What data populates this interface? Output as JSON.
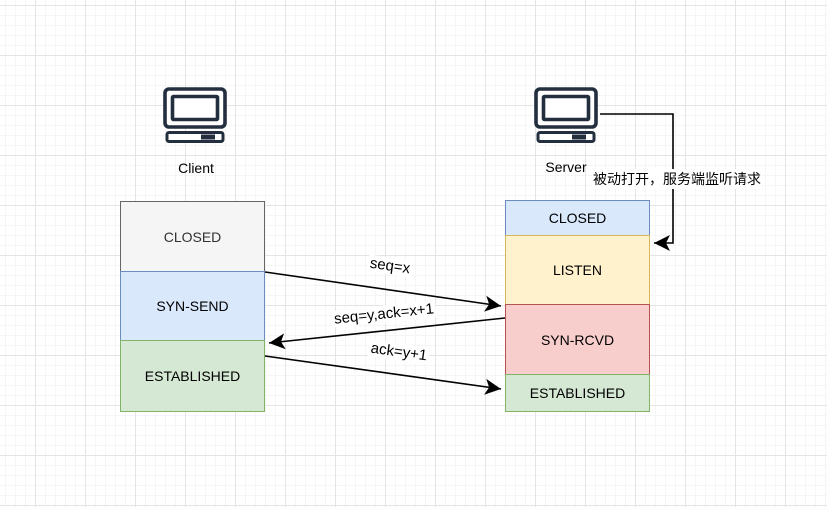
{
  "client": {
    "label": "Client",
    "states": [
      {
        "label": "CLOSED",
        "fill": "#f5f5f5",
        "stroke": "#666666",
        "text": "#333333"
      },
      {
        "label": "SYN-SEND",
        "fill": "#dae8fc",
        "stroke": "#6c8ebf",
        "text": "#000000"
      },
      {
        "label": "ESTABLISHED",
        "fill": "#d5e8d4",
        "stroke": "#82b366",
        "text": "#000000"
      }
    ]
  },
  "server": {
    "label": "Server",
    "states": [
      {
        "label": "CLOSED",
        "fill": "#dae8fc",
        "stroke": "#6c8ebf",
        "text": "#000000"
      },
      {
        "label": "LISTEN",
        "fill": "#fff2cc",
        "stroke": "#d6b656",
        "text": "#000000"
      },
      {
        "label": "SYN-RCVD",
        "fill": "#f8cecc",
        "stroke": "#b85450",
        "text": "#000000"
      },
      {
        "label": "ESTABLISHED",
        "fill": "#d5e8d4",
        "stroke": "#82b366",
        "text": "#000000"
      }
    ]
  },
  "messages": [
    {
      "label": "seq=x"
    },
    {
      "label": "seq=y,ack=x+1"
    },
    {
      "label": "ack=y+1"
    }
  ],
  "annotation": {
    "text": "被动打开，服务端监听请求"
  },
  "colors": {
    "line": "#000000",
    "icon": "#232f3e",
    "grid_minor": "#f5f5f5",
    "grid_major": "#e4e4e4"
  }
}
